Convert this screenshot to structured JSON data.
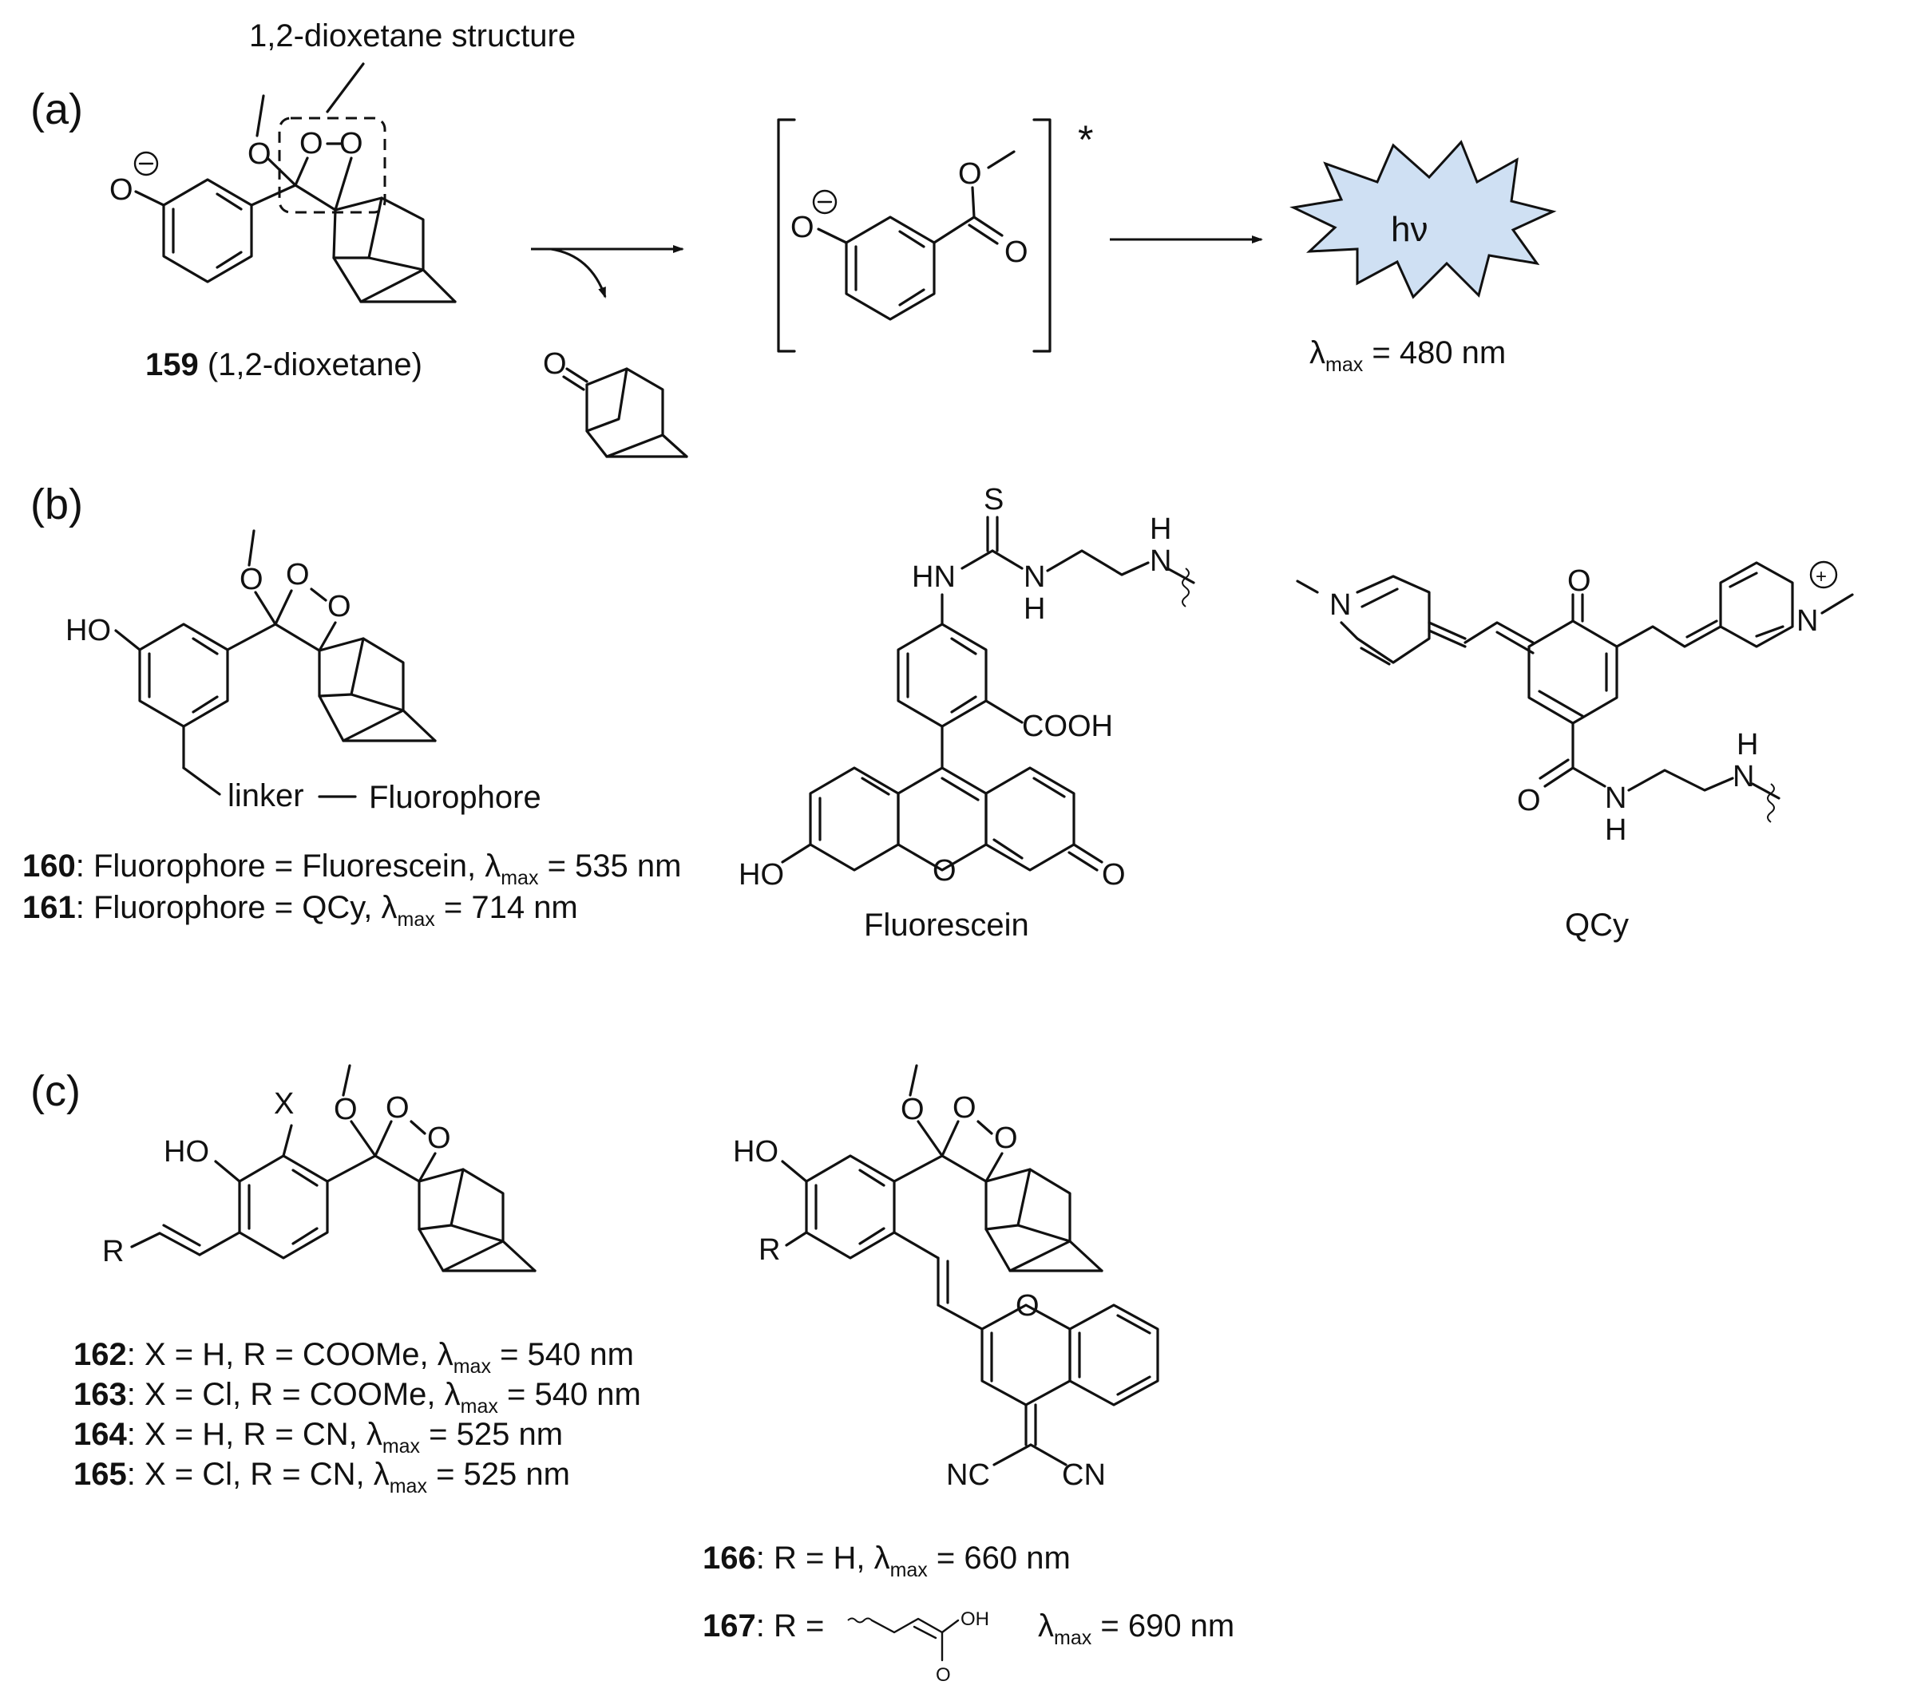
{
  "panels": {
    "a": "(a)",
    "b": "(b)",
    "c": "(c)"
  },
  "section_a": {
    "annotation": "1,2-dioxetane structure",
    "label_num": "159",
    "label_rest": " (1,2-dioxetane)",
    "excited_marker": "*",
    "burst_text": "hν",
    "lambda_symbol": "λ",
    "lambda_sub": "max",
    "lambda_value": " = 480 nm",
    "atoms": {
      "O": "O",
      "OO1": "O",
      "OO2": "O",
      "ketone_O": "O",
      "ester_O1": "O",
      "ester_O2": "O"
    }
  },
  "section_b": {
    "hydroxy": "HO",
    "linker": "linker",
    "fluorophore": "Fluorophore",
    "entries": [
      {
        "num": "160",
        "text": ": Fluorophore = Fluorescein, ",
        "lambda": "λ",
        "sub": "max",
        "value": " = 535 nm"
      },
      {
        "num": "161",
        "text": ": Fluorophore = QCy, ",
        "lambda": "λ",
        "sub": "max",
        "value": " = 714 nm"
      }
    ],
    "fluorescein": {
      "name": "Fluorescein",
      "S": "S",
      "HN": "HN",
      "N": "N",
      "H": "H",
      "COOH": "COOH",
      "HO": "HO",
      "O": "O"
    },
    "qcy": {
      "name": "QCy",
      "N": "N",
      "O": "O",
      "H": "H",
      "plus": "+"
    }
  },
  "section_c": {
    "atoms": {
      "X": "X",
      "HO": "HO",
      "R": "R",
      "O": "O",
      "NC": "NC",
      "CN": "CN",
      "OH": "OH"
    },
    "entries": [
      {
        "num": "162",
        "text": ": X = H, R = COOMe, ",
        "lambda": "λ",
        "sub": "max",
        "value": " = 540 nm"
      },
      {
        "num": "163",
        "text": ": X = Cl, R = COOMe, ",
        "lambda": "λ",
        "sub": "max",
        "value": " = 540 nm"
      },
      {
        "num": "164",
        "text": ": X = H, R = CN, ",
        "lambda": "λ",
        "sub": "max",
        "value": " = 525 nm"
      },
      {
        "num": "165",
        "text": ": X = Cl, R = CN, ",
        "lambda": "λ",
        "sub": "max",
        "value": " = 525 nm"
      }
    ],
    "entry166": {
      "num": "166",
      "text": ": R = H, ",
      "lambda": "λ",
      "sub": "max",
      "value": " = 660 nm"
    },
    "entry167": {
      "num": "167",
      "text": ": R = ",
      "lambda": "λ",
      "sub": "max",
      "value": " = 690 nm"
    }
  }
}
